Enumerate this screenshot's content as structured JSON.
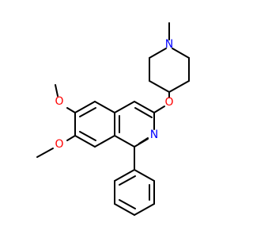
{
  "molecule": {
    "atoms": {
      "methyl_n": "N",
      "ether_o": "O",
      "ring_n": "N",
      "methoxy_o_upper": "O",
      "methoxy_o_lower": "O"
    },
    "colors": {
      "bond": "#000000",
      "nitrogen": "#0000ff",
      "oxygen": "#ff0000",
      "background": "#ffffff"
    }
  }
}
